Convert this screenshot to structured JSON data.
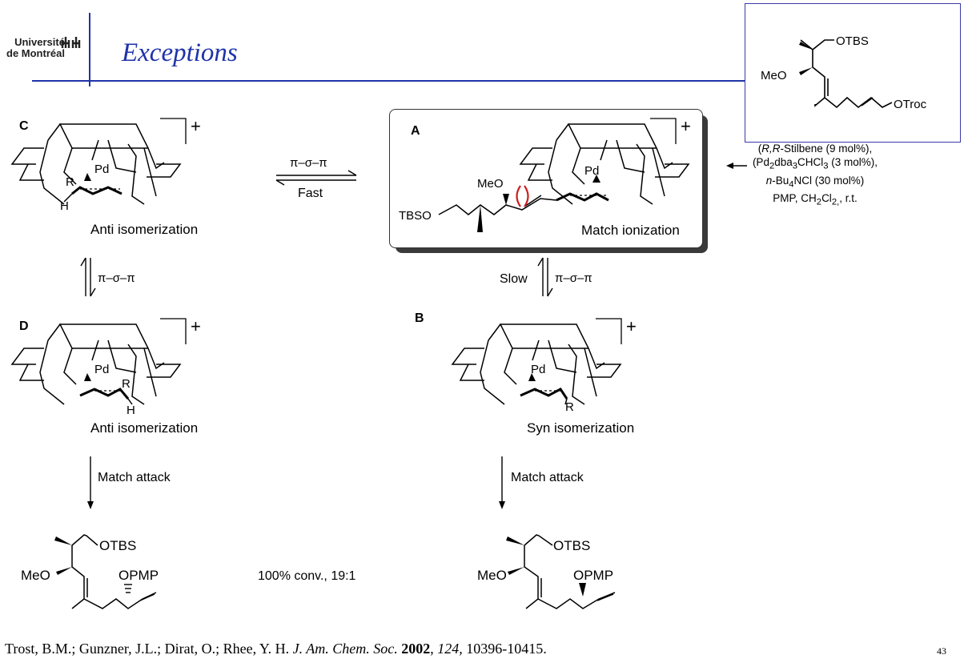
{
  "header": {
    "logo_line1": "Université",
    "logo_line2": "de Montréal",
    "title": "Exceptions"
  },
  "colors": {
    "title": "#1f33a8",
    "rule": "#1f33a8",
    "clash": "#cc1f1f",
    "box_border": "#3a3aa8"
  },
  "substrate": {
    "otbs": "OTBS",
    "meo": "MeO",
    "otroc": "OTroc"
  },
  "conditions": {
    "line1_italic": "R,R",
    "line1_text": "-Stilbene (9 mol%),",
    "line2": "(Pd",
    "line2b": "dba",
    "line2c": "CHCl",
    "line2d": " (3 mol%),",
    "line3_italic": "n",
    "line3": "-Bu",
    "line3b": "NCl (30 mol%)",
    "line4": "PMP, CH",
    "line4b": "Cl",
    "line4c": ", r.t."
  },
  "complexes": {
    "A": {
      "letter": "A",
      "label": "Match ionization",
      "pd": "Pd",
      "meo": "MeO",
      "tbso": "TBSO"
    },
    "B": {
      "letter": "B",
      "label": "Syn isomerization",
      "pd": "Pd",
      "r": "R"
    },
    "C": {
      "letter": "C",
      "label": "Anti isomerization",
      "pd": "Pd",
      "r": "R",
      "h": "H"
    },
    "D": {
      "letter": "D",
      "label": "Anti isomerization",
      "pd": "Pd",
      "r": "R",
      "h": "H"
    },
    "charge": "+"
  },
  "arrows": {
    "ca_top": "π–σ–π",
    "ca_bottom": "Fast",
    "cd": "π–σ–π",
    "ab_left": "Slow",
    "ab_right": "π–σ–π",
    "attack_left": "Match attack",
    "attack_right": "Match attack"
  },
  "products": {
    "otbs": "OTBS",
    "meo": "MeO",
    "opmp": "OPMP",
    "result": "100% conv., 19:1"
  },
  "reference": {
    "authors": "Trost, B.M.; Gunzner, J.L.; Dirat, O.; Rhee, Y. H. ",
    "journal": "J. Am. Chem. Soc.",
    "year": "2002",
    "volume": "124,",
    "pages": " 10396-10415.",
    "page_number": "43"
  }
}
